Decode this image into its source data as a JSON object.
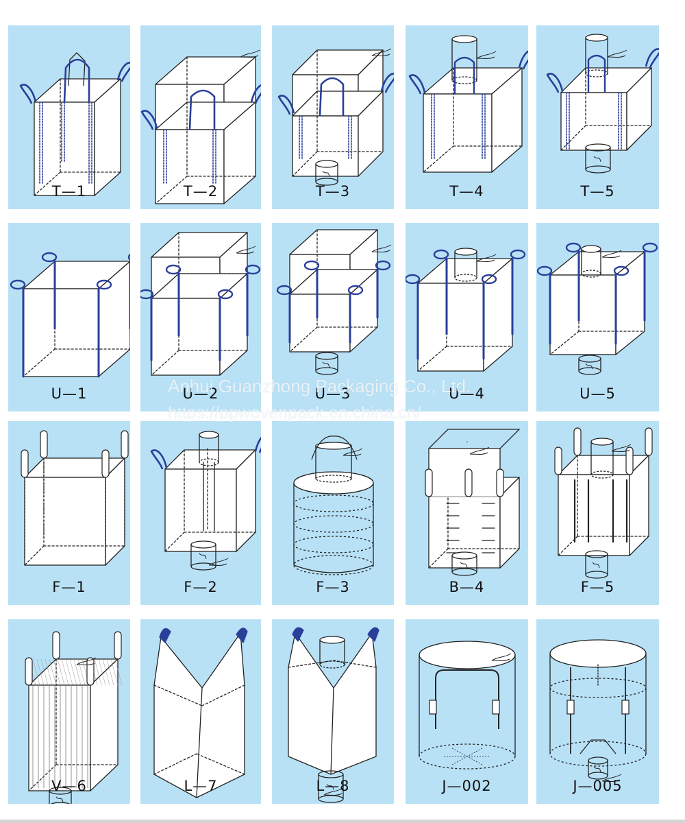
{
  "bags": [
    {
      "code": "T-1",
      "label": "T—1",
      "style": "box"
    },
    {
      "code": "T-2",
      "label": "T—2",
      "style": "box-top"
    },
    {
      "code": "T-3",
      "label": "T—3",
      "style": "box-top-spout"
    },
    {
      "code": "T-4",
      "label": "T—4",
      "style": "box-inlet"
    },
    {
      "code": "T-5",
      "label": "T—5",
      "style": "box-inlet-spout"
    },
    {
      "code": "U-1",
      "label": "U—1",
      "style": "u-open"
    },
    {
      "code": "U-2",
      "label": "U—2",
      "style": "u-top"
    },
    {
      "code": "U-3",
      "label": "U—3",
      "style": "u-top-spout"
    },
    {
      "code": "U-4",
      "label": "U—4",
      "style": "u-inlet"
    },
    {
      "code": "U-5",
      "label": "U—5",
      "style": "u-inlet-spout"
    },
    {
      "code": "F-1",
      "label": "F—1",
      "style": "f-open"
    },
    {
      "code": "F-2",
      "label": "F—2",
      "style": "f-inlet-spout"
    },
    {
      "code": "F-3",
      "label": "F—3",
      "style": "circular"
    },
    {
      "code": "B-4",
      "label": "B—4",
      "style": "baffle"
    },
    {
      "code": "F-5",
      "label": "F—5",
      "style": "f-inlet-spout2"
    },
    {
      "code": "V-6",
      "label": "V—6",
      "style": "vented"
    },
    {
      "code": "L-7",
      "label": "L—7",
      "style": "two-loop"
    },
    {
      "code": "L-8",
      "label": "L—8",
      "style": "two-loop-spout"
    },
    {
      "code": "J-002",
      "label": "J—002",
      "style": "jumbo-round"
    },
    {
      "code": "J-005",
      "label": "J—005",
      "style": "jumbo-round-spout"
    }
  ],
  "watermark": {
    "company": "Anhui Guanzhong Packaging Co., Ltd.",
    "url": "https://ppwovenpack.en.china.cn/"
  },
  "colors": {
    "tile_background": "#b9e1f6",
    "loop_blue": "#2a3f9a",
    "drawing_line": "#222222"
  }
}
